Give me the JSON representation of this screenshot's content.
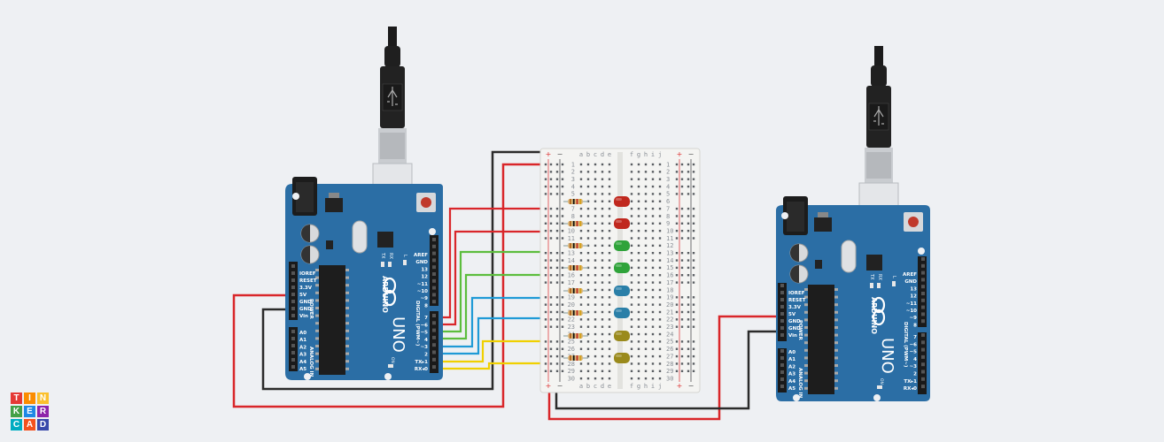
{
  "app": {
    "name": "Tinkercad",
    "logo_letters": [
      "T",
      "I",
      "N",
      "K",
      "E",
      "R",
      "C",
      "A",
      "D"
    ]
  },
  "arduino": {
    "brand": "ARDUINO",
    "model": "UNO",
    "power_label": "POWER",
    "analog_label": "ANALOG IN",
    "digital_label": "DIGITAL (PWM~)",
    "tx_label": "TX",
    "rx_label": "RX",
    "l_label": "L",
    "on_label": "ON",
    "power_pins": [
      "IOREF",
      "RESET",
      "3.3V",
      "5V",
      "GND",
      "GND",
      "Vin"
    ],
    "analog_pins": [
      "A0",
      "A1",
      "A2",
      "A3",
      "A4",
      "A5"
    ],
    "digital_pins_top": [
      "AREF",
      "GND",
      "13",
      "12",
      "~11",
      "~10",
      "~9",
      "8"
    ],
    "digital_pins_bottom": [
      "7",
      "~6",
      "~5",
      "4",
      "~3",
      "2",
      "TX▸1",
      "RX◂0"
    ]
  },
  "breadboard": {
    "cols_left": [
      "a",
      "b",
      "c",
      "d",
      "e"
    ],
    "cols_right": [
      "f",
      "g",
      "h",
      "i",
      "j"
    ],
    "rows": [
      "1",
      "2",
      "3",
      "4",
      "5",
      "6",
      "7",
      "8",
      "9",
      "10",
      "11",
      "12",
      "13",
      "14",
      "15",
      "16",
      "17",
      "18",
      "19",
      "20",
      "21",
      "22",
      "23",
      "24",
      "25",
      "26",
      "27",
      "28",
      "29",
      "30"
    ],
    "rail_plus": "+",
    "rail_minus": "−"
  },
  "leds": [
    {
      "color": "red",
      "hex": "#c0281e"
    },
    {
      "color": "red",
      "hex": "#c0281e"
    },
    {
      "color": "green",
      "hex": "#2fa33a"
    },
    {
      "color": "green",
      "hex": "#2fa33a"
    },
    {
      "color": "blue",
      "hex": "#2a7fa8"
    },
    {
      "color": "blue",
      "hex": "#2a7fa8"
    },
    {
      "color": "yellow",
      "hex": "#9a8a1c"
    },
    {
      "color": "yellow",
      "hex": "#9a8a1c"
    }
  ],
  "colors": {
    "board": "#2b6ea5",
    "wire_red": "#d9262a",
    "wire_black": "#2b2b2b",
    "wire_green": "#5cbd3d",
    "wire_blue": "#1f9ad6",
    "wire_yellow": "#f0d000",
    "logo": [
      "#e53935",
      "#fb8c00",
      "#fbc02d",
      "#43a047",
      "#1e88e5",
      "#8e24aa",
      "#00acc1",
      "#f4511e",
      "#3949ab"
    ]
  }
}
